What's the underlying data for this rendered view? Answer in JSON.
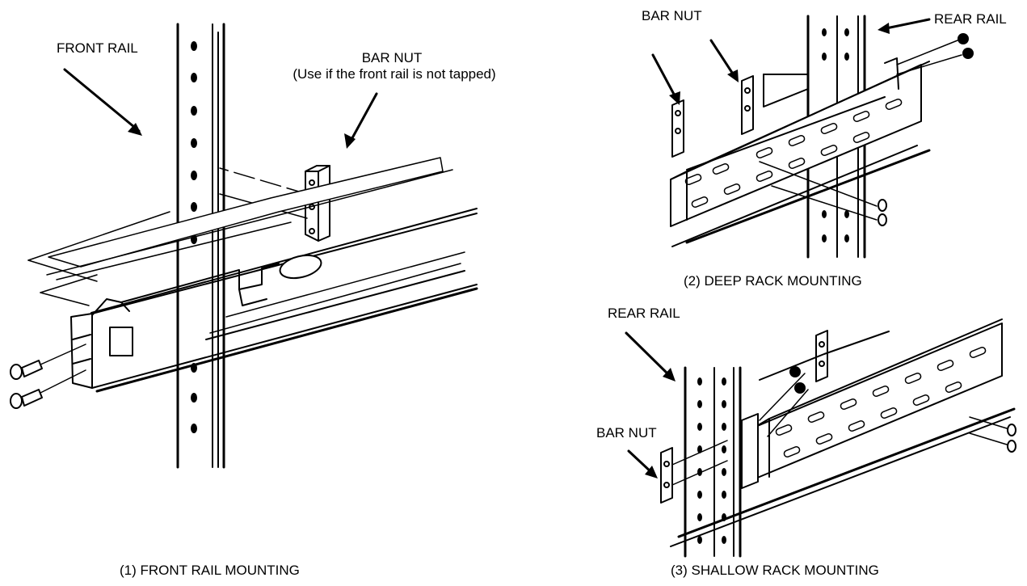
{
  "panels": [
    {
      "caption": "(1) FRONT RAIL MOUNTING",
      "labels": {
        "front_rail": "FRONT RAIL",
        "bar_nut": "BAR NUT",
        "bar_nut_note": "(Use if the front rail is not tapped)"
      }
    },
    {
      "caption": "(2) DEEP RACK MOUNTING",
      "labels": {
        "bar_nut": "BAR NUT",
        "rear_rail": "REAR RAIL"
      }
    },
    {
      "caption": "(3) SHALLOW RACK MOUNTING",
      "labels": {
        "rear_rail": "REAR RAIL",
        "bar_nut": "BAR NUT"
      }
    }
  ],
  "colors": {
    "ink": "#000000",
    "paper": "#ffffff"
  }
}
